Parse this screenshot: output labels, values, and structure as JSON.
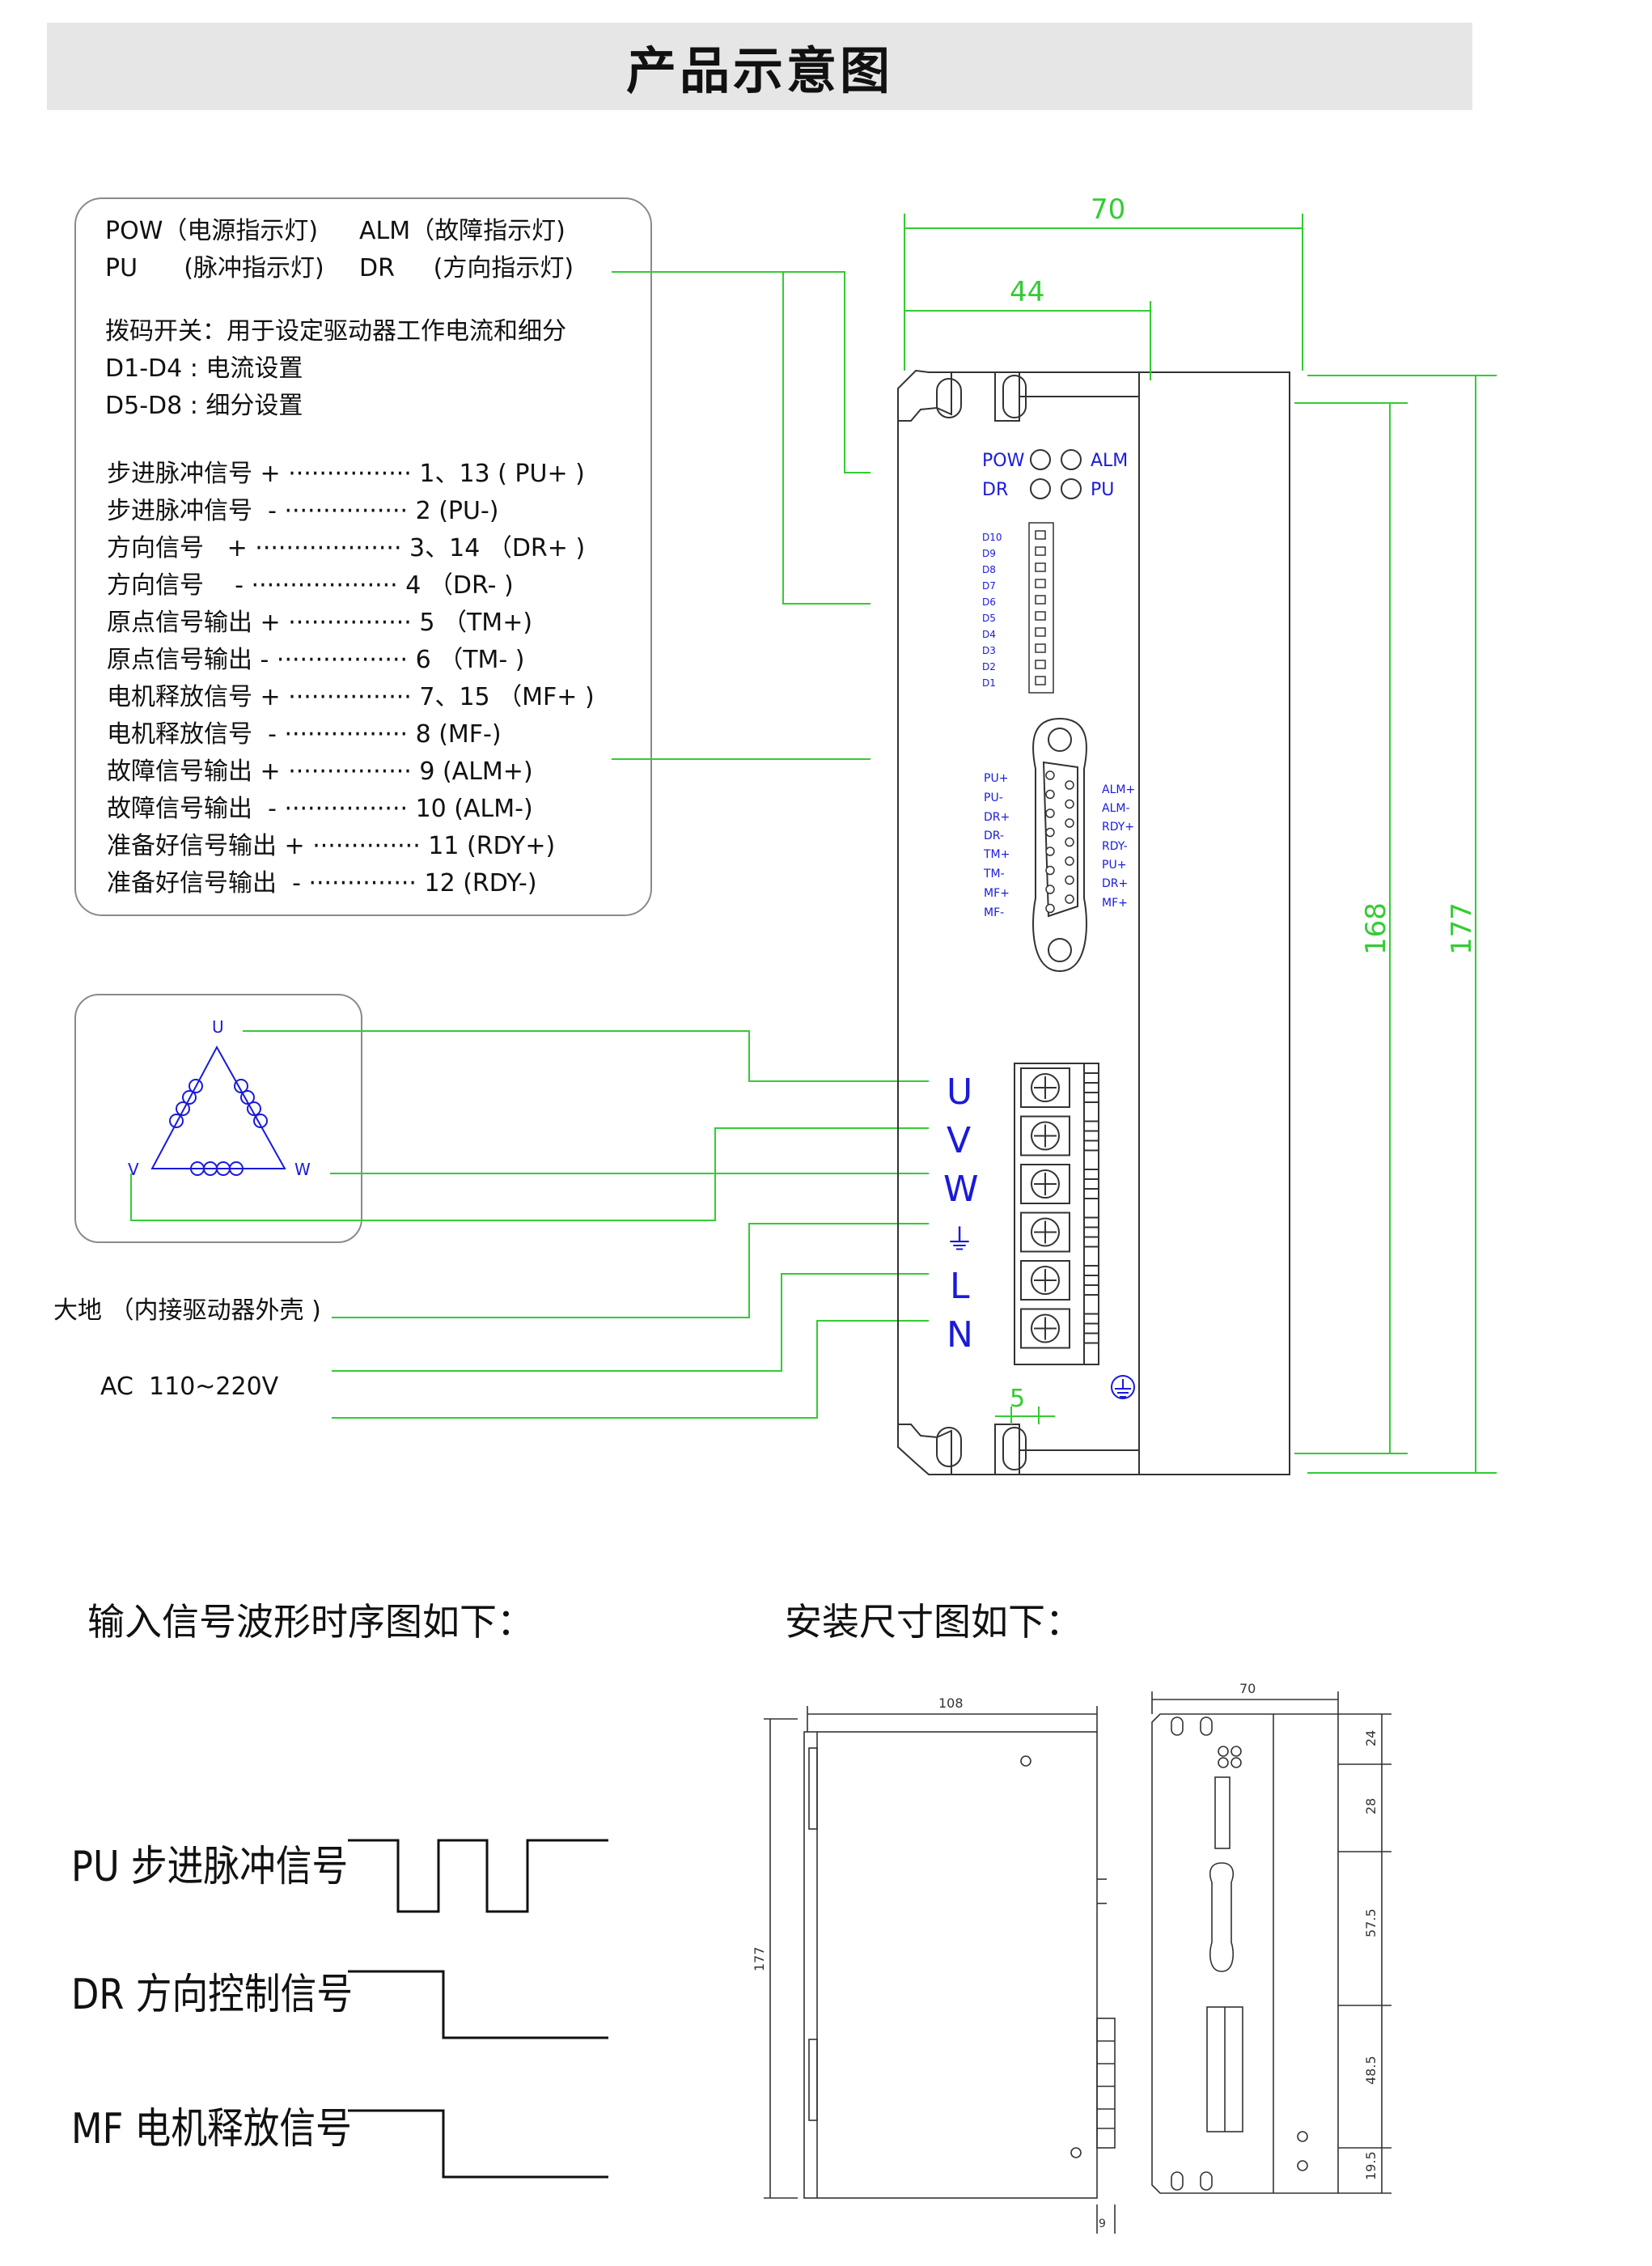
{
  "title": "产品示意图",
  "led_legend": {
    "line1a": "POW（电源指示灯)",
    "line1b": "ALM（故障指示灯)",
    "line2a": "PU      (脉冲指示灯)",
    "line2b": "DR     (方向指示灯)"
  },
  "dip_text": {
    "l1": "拨码开关：用于设定驱动器工作电流和细分",
    "l2": "D1-D4 : 电流设置",
    "l3": "D5-D8 : 细分设置"
  },
  "signals": [
    {
      "name": "步进脉冲信号 +",
      "dots": "················",
      "pin": "1、13 ( PU+ )"
    },
    {
      "name": "步进脉冲信号  -",
      "dots": "················",
      "pin": "2 (PU-)"
    },
    {
      "name": "方向信号   +",
      "dots": "···················",
      "pin": "3、14 （DR+ )"
    },
    {
      "name": "方向信号    -",
      "dots": "···················",
      "pin": "4 （DR- )"
    },
    {
      "name": "原点信号输出 +",
      "dots": "················",
      "pin": "5 （TM+)"
    },
    {
      "name": "原点信号输出 -",
      "dots": "·················",
      "pin": "6 （TM- )"
    },
    {
      "name": "电机释放信号 +",
      "dots": "················",
      "pin": "7、15 （MF+ )"
    },
    {
      "name": "电机释放信号  -",
      "dots": "················",
      "pin": "8 (MF-)"
    },
    {
      "name": "故障信号输出 +",
      "dots": "················",
      "pin": "9 (ALM+)"
    },
    {
      "name": "故障信号输出  -",
      "dots": "················",
      "pin": "10 (ALM-)"
    },
    {
      "name": "准备好信号输出 +",
      "dots": "··············",
      "pin": "11 (RDY+)"
    },
    {
      "name": "准备好信号输出  -",
      "dots": "··············",
      "pin": "12 (RDY-)"
    }
  ],
  "motor": {
    "u": "U",
    "v": "V",
    "w": "W"
  },
  "earth_label": "大地 （内接驱动器外壳 )",
  "ac_label": "AC  110~220V",
  "device": {
    "leds": [
      "POW",
      "ALM",
      "DR",
      "PU"
    ],
    "dip_labels": [
      "D10",
      "D9",
      "D8",
      "D7",
      "D6",
      "D5",
      "D4",
      "D3",
      "D2",
      "D1"
    ],
    "db_left": [
      "PU+",
      "PU-",
      "DR+",
      "DR-",
      "TM+",
      "TM-",
      "MF+",
      "MF-"
    ],
    "db_right": [
      "ALM+",
      "ALM-",
      "RDY+",
      "RDY-",
      "PU+",
      "DR+",
      "MF+"
    ],
    "terminals": [
      "U",
      "V",
      "W",
      "⏚",
      "L",
      "N"
    ]
  },
  "dims": {
    "width_total": "70",
    "width_front": "44",
    "h_inner": "168",
    "h_total": "177",
    "terminal_offset": "5"
  },
  "waveform_heading": "输入信号波形时序图如下：",
  "mount_heading": "安装尺寸图如下：",
  "waveforms": [
    {
      "label": "PU 步进脉冲信号"
    },
    {
      "label": "DR 方向控制信号"
    },
    {
      "label": "MF 电机释放信号"
    }
  ],
  "mount_dims": {
    "side_width": "108",
    "side_height": "177",
    "side_bottom": "9",
    "front_width": "70",
    "front_h": [
      "24",
      "28",
      "57.5",
      "48.5",
      "19.5"
    ]
  },
  "colors": {
    "dimension": "#33cc33",
    "label_blue": "#1a1adb",
    "title_bg": "#e6e6e6"
  }
}
